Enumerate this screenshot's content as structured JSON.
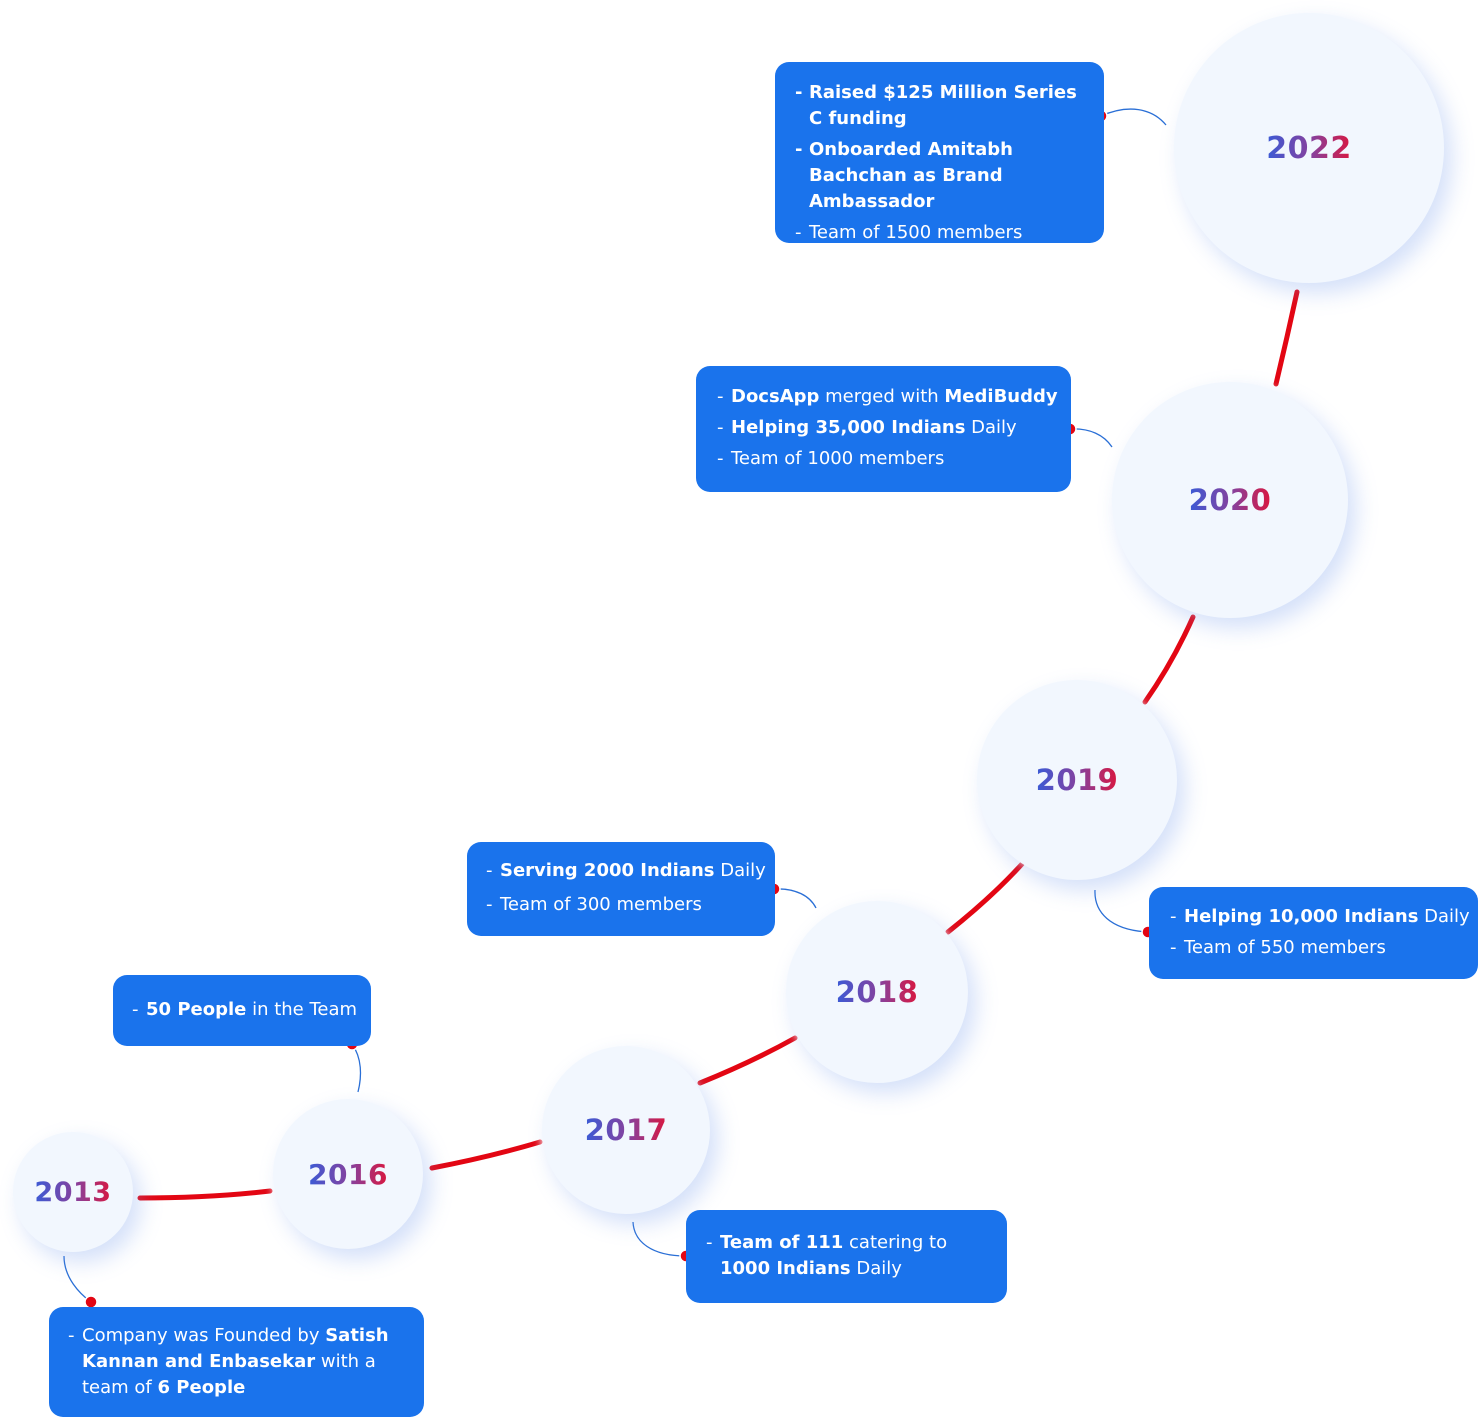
{
  "milestones": [
    {
      "year": "2022",
      "items": [
        {
          "bold": true,
          "text": "Raised $125 Million Series C funding"
        },
        {
          "bold": true,
          "text": "Onboarded Amitabh Bachchan as Brand Ambassador"
        },
        {
          "bold": false,
          "text": "Team of 1500 members"
        }
      ]
    },
    {
      "year": "2020",
      "items": [
        {
          "parts": [
            {
              "b": "DocsApp"
            },
            {
              "t": " merged with "
            },
            {
              "b": "MediBuddy"
            }
          ]
        },
        {
          "parts": [
            {
              "b": "Helping 35,000 Indians"
            },
            {
              "t": " Daily"
            }
          ]
        },
        {
          "parts": [
            {
              "t": "Team of 1000 members"
            }
          ]
        }
      ]
    },
    {
      "year": "2019",
      "items": [
        {
          "parts": [
            {
              "b": "Helping 10,000 Indians"
            },
            {
              "t": " Daily"
            }
          ]
        },
        {
          "parts": [
            {
              "t": "Team of 550 members"
            }
          ]
        }
      ]
    },
    {
      "year": "2018",
      "items": [
        {
          "parts": [
            {
              "b": "Serving 2000 Indians"
            },
            {
              "t": " Daily"
            }
          ]
        },
        {
          "parts": [
            {
              "t": "Team of 300 members"
            }
          ]
        }
      ]
    },
    {
      "year": "2017",
      "items": [
        {
          "parts": [
            {
              "b": "Team of 111"
            },
            {
              "t": " catering to "
            },
            {
              "b": "1000 Indians"
            },
            {
              "t": " Daily"
            }
          ]
        }
      ]
    },
    {
      "year": "2016",
      "items": [
        {
          "parts": [
            {
              "b": "50 People"
            },
            {
              "t": " in the Team"
            }
          ]
        }
      ]
    },
    {
      "year": "2013",
      "items": [
        {
          "parts": [
            {
              "t": "Company was Founded by "
            },
            {
              "b": "Satish Kannan and Enbasekar"
            },
            {
              "t": " with a team of "
            },
            {
              "b": "6 People"
            }
          ]
        }
      ]
    }
  ],
  "colors": {
    "card": "#1a73ec",
    "timeline": "#e30613",
    "connector": "#2a6fd6",
    "dot": "#e30613",
    "circle": "#f2f7fe"
  }
}
